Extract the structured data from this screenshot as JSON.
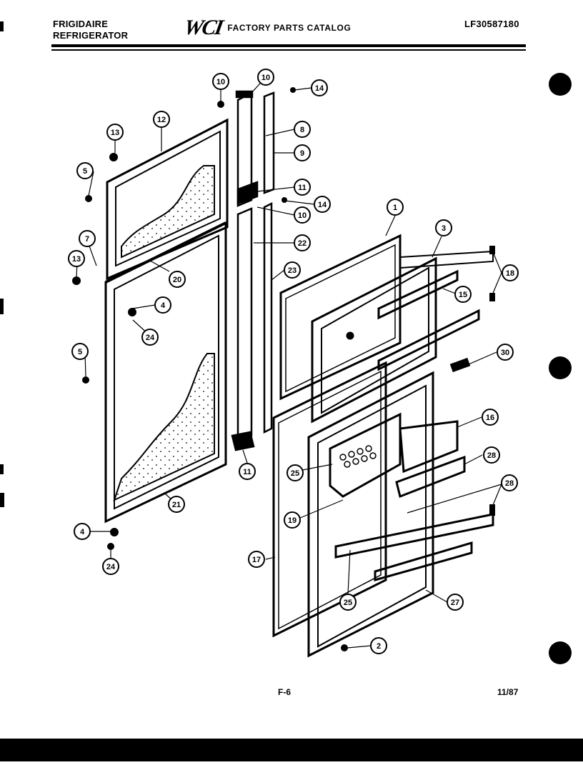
{
  "header": {
    "brand": "FRIGIDAIRE",
    "product": "REFRIGERATOR",
    "logo_mark": "WCI",
    "catalog_title": "FACTORY PARTS CATALOG",
    "model_number": "LF30587180"
  },
  "footer": {
    "page": "F-6",
    "date": "11/87"
  },
  "callouts": [
    "10",
    "14",
    "8",
    "9",
    "13",
    "12",
    "5",
    "11",
    "14",
    "10",
    "1",
    "3",
    "7",
    "22",
    "13",
    "23",
    "20",
    "18",
    "4",
    "15",
    "24",
    "30",
    "5",
    "16",
    "25",
    "28",
    "11",
    "28",
    "19",
    "17",
    "25",
    "27",
    "4",
    "24",
    "2",
    "21"
  ],
  "icons": {
    "punch_hole": "punch-hole-icon",
    "logo": "wci-logo-icon"
  },
  "colors": {
    "ink": "#000000",
    "paper": "#ffffff"
  }
}
